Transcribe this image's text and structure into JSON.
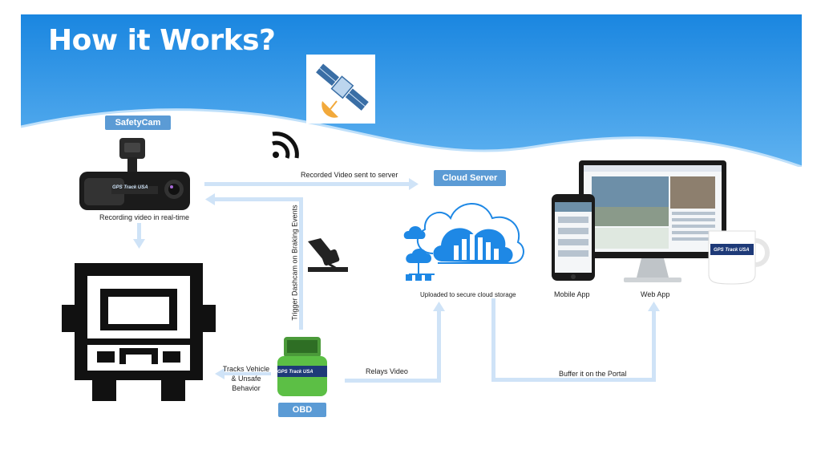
{
  "title": "How it Works?",
  "tags": {
    "safetycam": "SafetyCam",
    "cloud_server": "Cloud Server",
    "obd": "OBD"
  },
  "labels": {
    "recording": "Recording video in real-time",
    "recorded_sent": "Recorded Video sent to server",
    "trigger": "Trigger Dashcam on Braking Events",
    "uploaded": "Uploaded to secure cloud storage",
    "mobile_app": "Mobile App",
    "web_app": "Web App",
    "tracks_vehicle": "Tracks Vehicle & Unsafe Behavior",
    "relays": "Relays Video",
    "buffer": "Buffer it on the Portal"
  },
  "brand_text": "GPS Track USA",
  "colors": {
    "header": "#1e88e5",
    "tag": "#5b9bd5",
    "arrow": "#cfe3f7",
    "cloud": "#1e88e5"
  }
}
